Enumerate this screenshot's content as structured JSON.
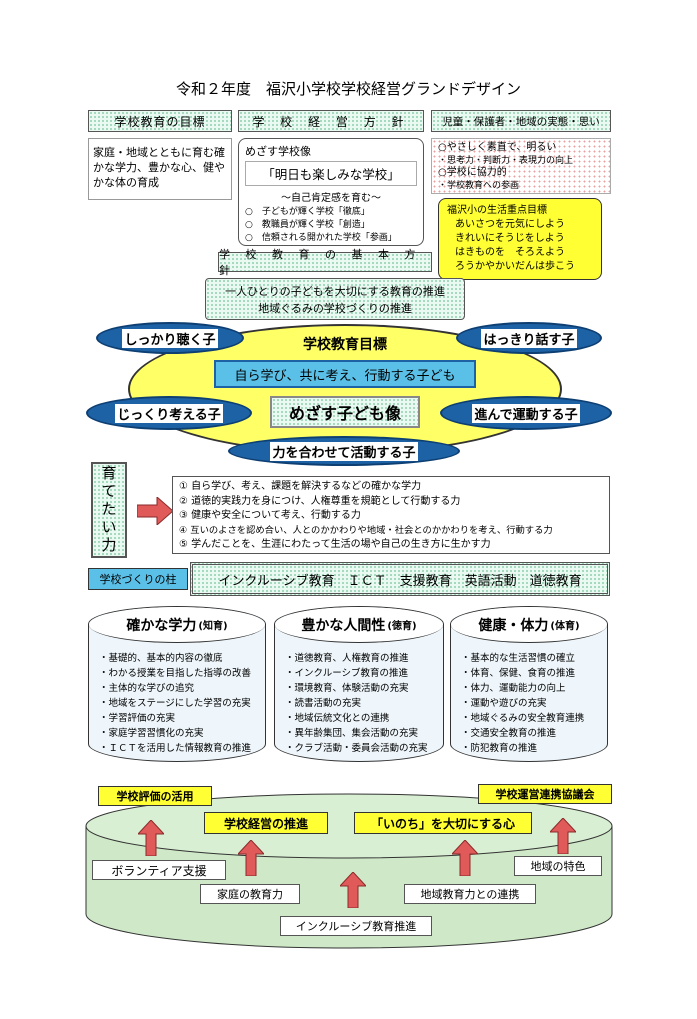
{
  "title": "令和２年度　福沢小学校学校経営グランドデザイン",
  "header_boxes": {
    "mokuhyo": "学校教育の目標",
    "hoshin": "学 校 経 営 方 針",
    "jittai": "児童・保護者・地域の実態・思い"
  },
  "mokuhyo_text": "家庭・地域とともに育む確かな学力、豊かな心、健やかな体の育成",
  "hoshin_box": {
    "lead": "めざす学校像",
    "slogan": "「明日も楽しみな学校」",
    "sub": "～自己肯定感を育む～",
    "items": [
      "○　子どもが輝く学校「徹底」",
      "○　教職員が輝く学校「創造」",
      "○　信頼される開かれた学校「参画」"
    ]
  },
  "jittai_items": [
    "○やさしく素直で、明るい",
    "・思考力・判断力・表現力の向上",
    "○学校に協力的",
    "・学校教育への参画"
  ],
  "seikatsu": {
    "title": "福沢小の生活重点目標",
    "items": [
      "あいさつを元気にしよう",
      "きれいにそうじをしよう",
      "はきものを　そろえよう",
      "ろうかやかいだんは歩こう"
    ]
  },
  "kihon_hoshin": "学 校 教 育 の 基 本 方 針",
  "kihon_text": [
    "一人ひとりの子どもを大切にする教育の推進",
    "地域ぐるみの学校づくりの推進"
  ],
  "goal_area": {
    "title": "学校教育目標",
    "goal": "自ら学び、共に考え、行動する子ども",
    "mezasu": "めざす子ども像",
    "traits": {
      "tl": "しっかり聴く子",
      "tr": "はっきり話す子",
      "ml": "じっくり考える子",
      "mr": "進んで運動する子",
      "bottom": "力を合わせて活動する子"
    }
  },
  "sodate": {
    "label": "育てたい力",
    "items": [
      "① 自ら学び、考え、課題を解決するなどの確かな学力",
      "② 道徳的実践力を身につけ、人権尊重を規範として行動する力",
      "③ 健康や安全について考え、行動する力",
      "④ 互いのよさを認め合い、人とのかかわりや地域・社会とのかかわりを考え、行動する力",
      "⑤ 学んだことを、生涯にわたって生活の場や自己の生き方に生かす力"
    ]
  },
  "hashira": {
    "label": "学校づくりの柱",
    "text": "インクルーシブ教育　ＩＣＴ　支援教育　英語活動　道徳教育"
  },
  "pillars": [
    {
      "title": "確かな学力",
      "tag": "(知育)",
      "items": [
        "・基礎的、基本的内容の徹底",
        "・わかる授業を目指した指導の改善",
        "・主体的な学びの追究",
        "・地域をステージにした学習の充実",
        "・学習評価の充実",
        "・家庭学習習慣化の充実",
        "・ＩＣＴを活用した情報教育の推進"
      ]
    },
    {
      "title": "豊かな人間性",
      "tag": "(徳育)",
      "items": [
        "・道徳教育、人権教育の推進",
        "・インクルーシブ教育の推進",
        "・環境教育、体験活動の充実",
        "・読書活動の充実",
        "・地域伝統文化との連携",
        "・異年齢集団、集会活動の充実",
        "・クラブ活動・委員会活動の充実"
      ]
    },
    {
      "title": "健康・体力",
      "tag": "(体育)",
      "items": [
        "・基本的な生活習慣の確立",
        "・体育、保健、食育の推進",
        "・体力、運動能力の向上",
        "・運動や遊びの充実",
        "・地域ぐるみの安全教育連携",
        "・交通安全教育の推進",
        "・防犯教育の推進"
      ]
    }
  ],
  "base": {
    "hyoka": "学校評価の活用",
    "kyogikai": "学校運営連携協議会",
    "suishin": "学校経営の推進",
    "inochi": "「いのち」を大切にする心",
    "volunteer": "ボランティア支援",
    "tokushoku": "地域の特色",
    "katei": "家庭の教育力",
    "chiiki": "地域教育力との連携",
    "inclusive": "インクルーシブ教育推進"
  },
  "colors": {
    "ellipse_blue": "#1e62a6",
    "yellow": "#ffff33",
    "arrow_red": "#e05a5a",
    "goal_blue": "#5bc0e8",
    "base_green": "#cfe9c8"
  }
}
